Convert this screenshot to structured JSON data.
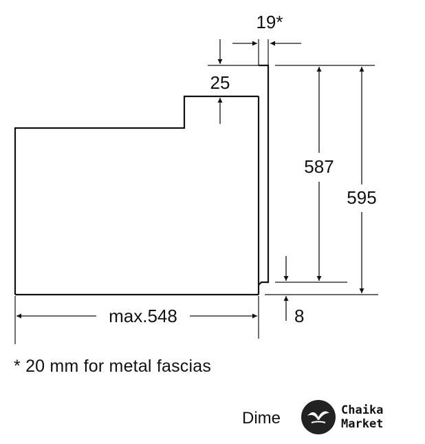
{
  "diagram": {
    "dim_top_gap": "19*",
    "dim_step": "25",
    "dim_inner_height": "587",
    "dim_total_height": "595",
    "dim_bottom_offset": "8",
    "dim_depth": "max.548"
  },
  "footnote": "* 20 mm for metal fascias",
  "caption_partial": "Dime",
  "logo": {
    "line1": "Chaika",
    "line2": "Market"
  }
}
